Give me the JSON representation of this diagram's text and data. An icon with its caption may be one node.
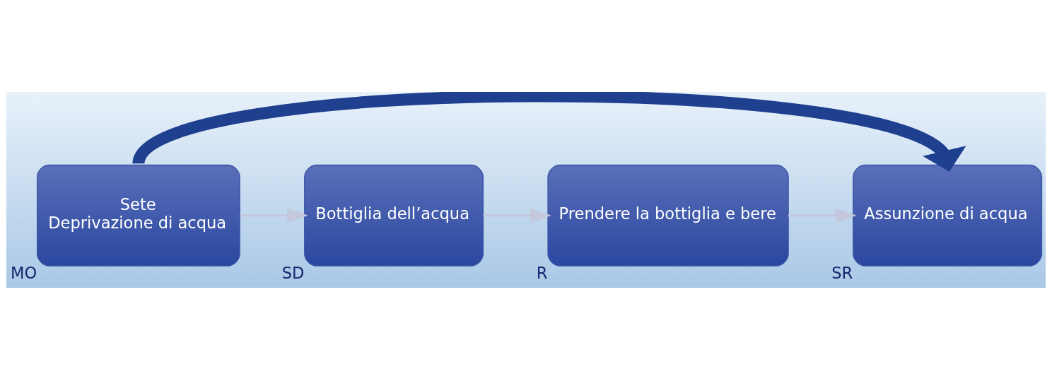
{
  "diagram": {
    "nodes": [
      {
        "text": [
          "Sete",
          "Deprivazione di acqua"
        ],
        "beside": [
          "MO"
        ]
      },
      {
        "text": [
          "Bottiglia dell’acqua"
        ],
        "beside": [
          "SD"
        ]
      },
      {
        "text": [
          "Prendere la bottiglia e bere"
        ],
        "beside": [
          "R"
        ]
      },
      {
        "text": [
          "Assunzione di acqua"
        ],
        "beside": [
          "SR"
        ]
      }
    ],
    "edges": [
      {
        "from": 0,
        "to": 1,
        "arrow": "to",
        "color": "#c3c8dc"
      },
      {
        "from": 1,
        "to": 2,
        "arrow": "to",
        "color": "#c3c8dc"
      },
      {
        "from": 2,
        "to": 3,
        "arrow": "to",
        "color": "#c3c8dc"
      },
      {
        "from": 0,
        "to": 3,
        "arrow": "to",
        "style": "thick",
        "color": "#1f3f8f"
      }
    ]
  }
}
